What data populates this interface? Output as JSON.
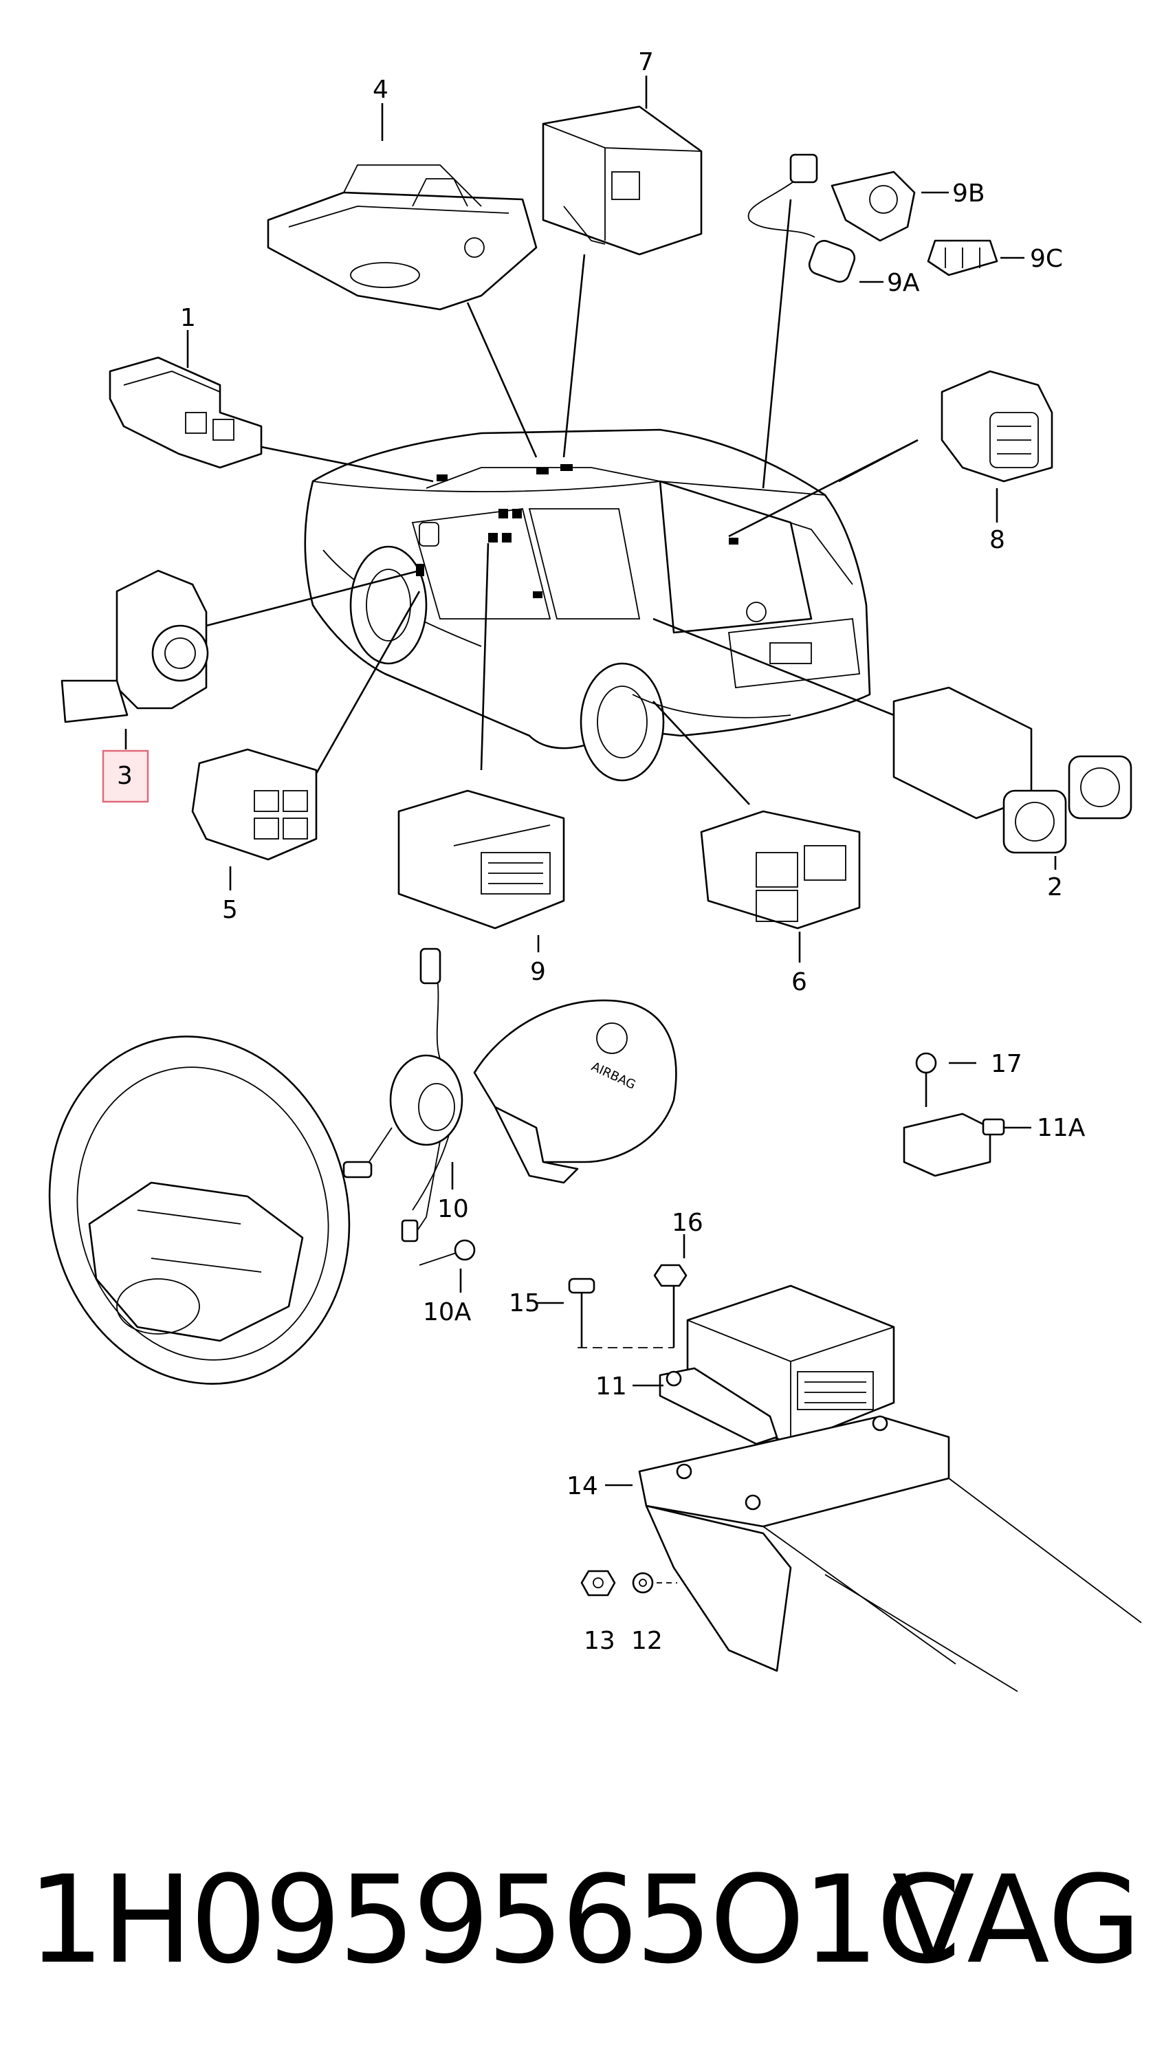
{
  "labels": {
    "l1": "1",
    "l2": "2",
    "l3": "3",
    "l4": "4",
    "l5": "5",
    "l6": "6",
    "l7": "7",
    "l8": "8",
    "l9": "9",
    "l9A": "9A",
    "l9B": "9B",
    "l9C": "9C",
    "l10": "10",
    "l10A": "10A",
    "l11": "11",
    "l11A": "11A",
    "l12": "12",
    "l13": "13",
    "l14": "14",
    "l15": "15",
    "l16": "16",
    "l17": "17"
  },
  "airbag_text": "AIRBAG",
  "highlighted_label": "3",
  "highlight_color": "#fde8ea",
  "footer": {
    "part_number": "1H0959565O1C",
    "brand": "VAG"
  }
}
